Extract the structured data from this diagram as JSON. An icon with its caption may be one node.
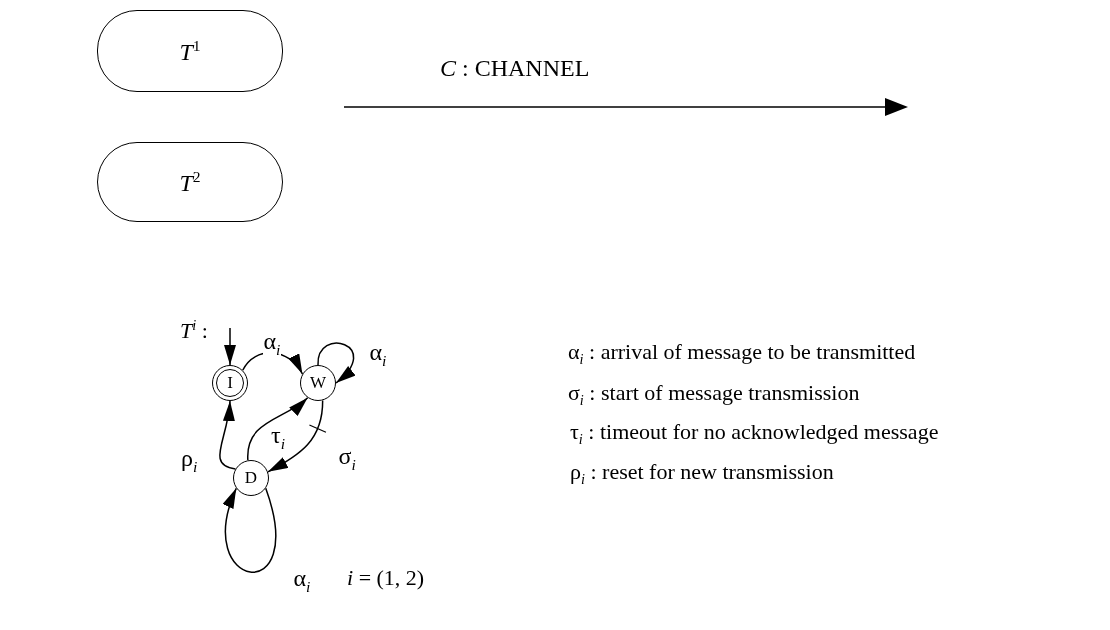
{
  "diagram": {
    "nodes": [
      {
        "text": [
          "*T*$^{1}$"
        ]
      },
      {
        "text": [
          "*T*$^{2}$"
        ]
      },
      {
        "text": [
          "I"
        ]
      },
      {
        "text": [
          "W"
        ]
      },
      {
        "text": [
          "D"
        ]
      }
    ],
    "edges": [
      {
        "from": null,
        "to": 2,
        "arrow": "to"
      },
      {
        "from": 2,
        "to": 3,
        "arrow": "to",
        "label": "α$_{i}$"
      },
      {
        "from": 3,
        "to": 3,
        "arrow": "to",
        "label": "α$_{i}$"
      },
      {
        "from": 4,
        "to": 3,
        "arrow": "to",
        "label": "τ$_{i}$"
      },
      {
        "from": 3,
        "to": 4,
        "arrow": "to",
        "label": "σ$_{i}$"
      },
      {
        "from": 4,
        "to": 2,
        "arrow": "to",
        "label": "ρ$_{i}$"
      },
      {
        "from": 4,
        "to": 4,
        "arrow": "to",
        "label": "α$_{i}$"
      }
    ],
    "labels": [
      "*C* : CHANNEL",
      "*T*$^{i}$ :",
      "α$_{i}$ : arrival of message to be transmitted",
      "σ$_{i}$ : start of message transmission",
      "τ$_{i}$ : timeout for no acknowledged message",
      "ρ$_{i}$ : reset for new transmission",
      "*i* = (1, 2)"
    ]
  }
}
